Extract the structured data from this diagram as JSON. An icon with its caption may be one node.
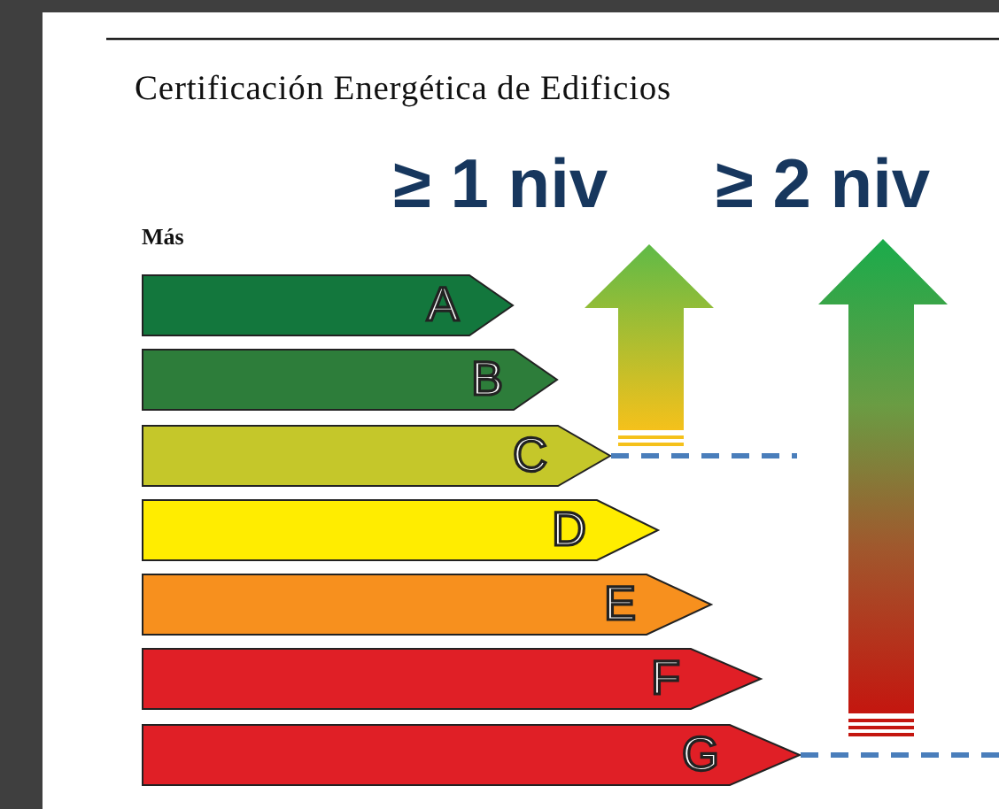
{
  "diagram": {
    "title": "Certificación Energética de Edificios",
    "nodes": [
      {
        "text": [
          "A"
        ]
      },
      {
        "text": [
          "B"
        ]
      },
      {
        "text": [
          "C"
        ]
      },
      {
        "text": [
          "D"
        ]
      },
      {
        "text": [
          "E"
        ]
      },
      {
        "text": [
          "F"
        ]
      },
      {
        "text": [
          "G"
        ]
      },
      {
        "text": [
          "≥ 1 niv"
        ]
      },
      {
        "text": [
          "≥ 2 niv"
        ]
      }
    ],
    "edges": [
      {
        "from": 2,
        "to": null,
        "arrow": "none",
        "style": "dashed"
      },
      {
        "from": 6,
        "to": null,
        "arrow": "none",
        "style": "dashed"
      }
    ],
    "labels": [
      "Más"
    ]
  }
}
